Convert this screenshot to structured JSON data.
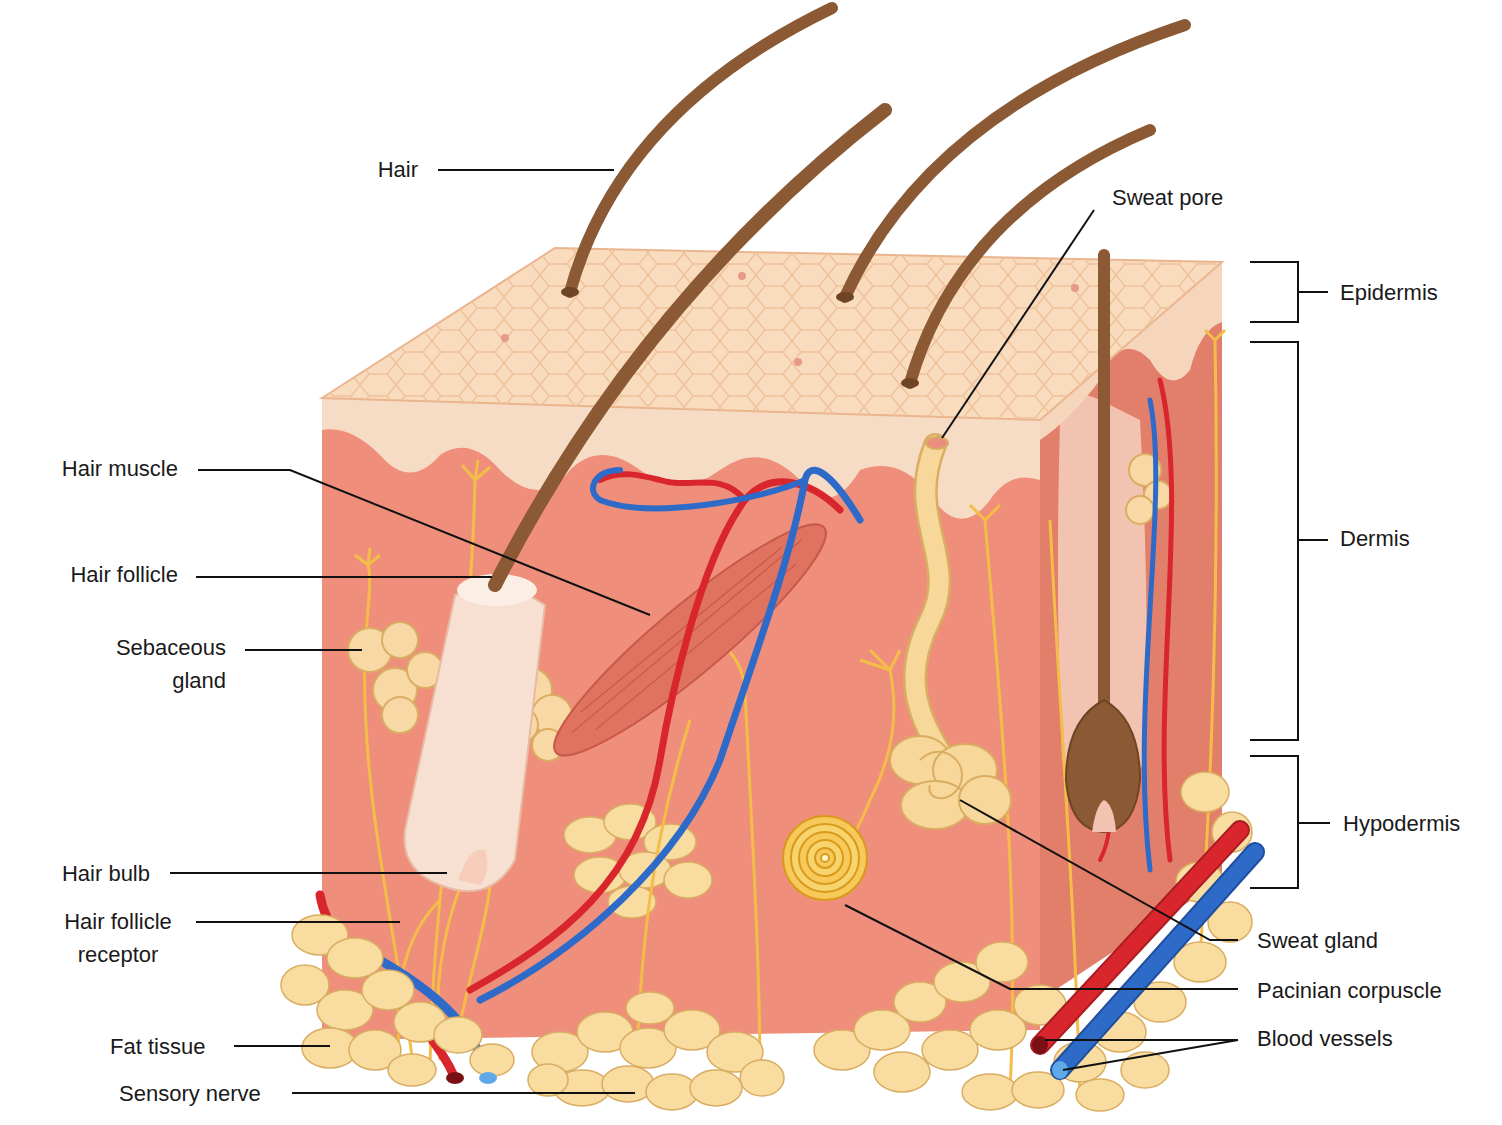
{
  "diagram": {
    "labels": [
      "Hair",
      "Sweat pore",
      "Epidermis",
      "Dermis",
      "Hypodermis",
      "Hair muscle",
      "Hair follicle",
      "Sebaceous gland",
      "Hair bulb",
      "Hair follicle receptor",
      "Fat tissue",
      "Sensory nerve",
      "Sweat gland",
      "Pacinian corpuscle",
      "Blood vessels"
    ]
  }
}
